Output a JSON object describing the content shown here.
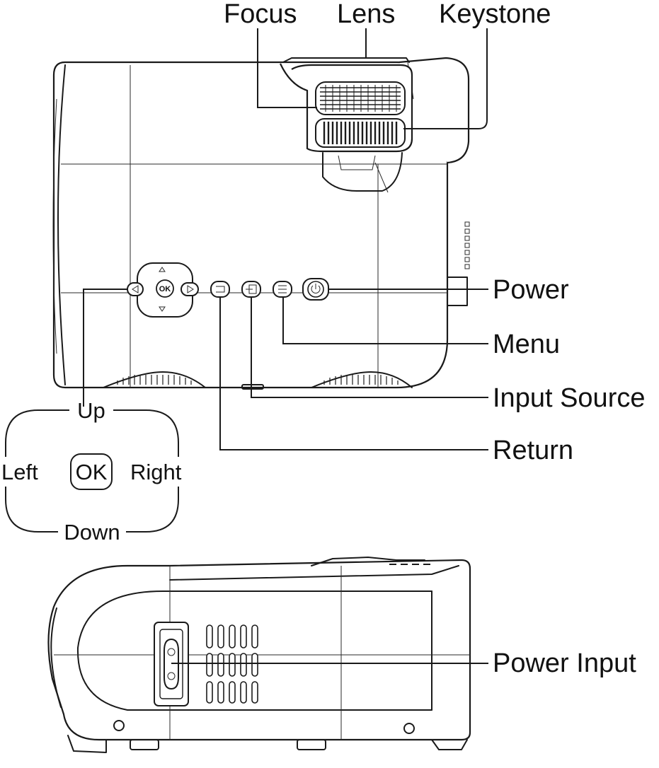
{
  "callouts": {
    "focus": "Focus",
    "lens": "Lens",
    "keystone": "Keystone",
    "power": "Power",
    "menu": "Menu",
    "input_source": "Input Source",
    "return": "Return",
    "power_input": "Power Input"
  },
  "dpad_legend": {
    "up": "Up",
    "down": "Down",
    "left": "Left",
    "right": "Right",
    "ok": "OK"
  },
  "device_button_ok": "OK"
}
